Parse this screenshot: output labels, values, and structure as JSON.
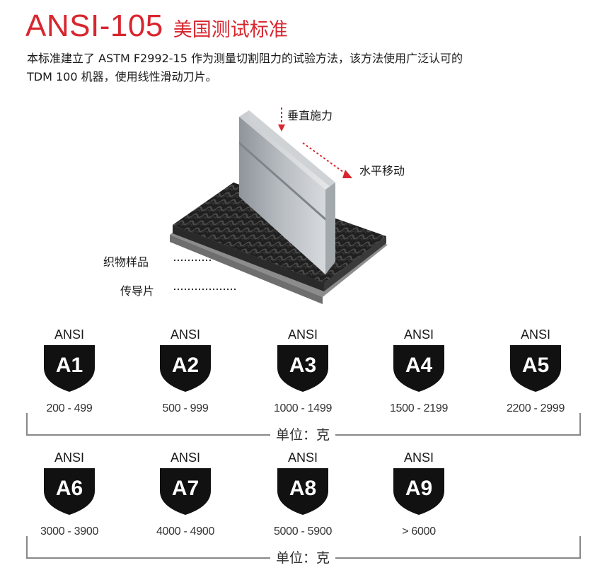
{
  "header": {
    "title": "ANSI-105",
    "subtitle": "美国测试标准",
    "description_line1": "本标准建立了 ASTM F2992-15 作为测量切割阻力的试验方法，该方法使用广泛认可的",
    "description_line2": "TDM 100 机器，使用线性滑动刀片。"
  },
  "diagram": {
    "label_vertical_force": "垂直施力",
    "label_horizontal_move": "水平移动",
    "label_fabric_sample": "织物样品",
    "label_conductive_sheet": "传导片"
  },
  "ratings_row1": {
    "unit_label": "单位：克",
    "items": [
      {
        "prefix": "ANSI",
        "code": "A1",
        "range": "200 - 499"
      },
      {
        "prefix": "ANSI",
        "code": "A2",
        "range": "500 - 999"
      },
      {
        "prefix": "ANSI",
        "code": "A3",
        "range": "1000 - 1499"
      },
      {
        "prefix": "ANSI",
        "code": "A4",
        "range": "1500 - 2199"
      },
      {
        "prefix": "ANSI",
        "code": "A5",
        "range": "2200 - 2999"
      }
    ]
  },
  "ratings_row2": {
    "unit_label": "单位：克",
    "items": [
      {
        "prefix": "ANSI",
        "code": "A6",
        "range": "3000 - 3900"
      },
      {
        "prefix": "ANSI",
        "code": "A7",
        "range": "4000 - 4900"
      },
      {
        "prefix": "ANSI",
        "code": "A8",
        "range": "5000 - 5900"
      },
      {
        "prefix": "ANSI",
        "code": "A9",
        "range": "> 6000"
      }
    ]
  },
  "colors": {
    "accent": "#d8262e",
    "badge": "#111111"
  }
}
